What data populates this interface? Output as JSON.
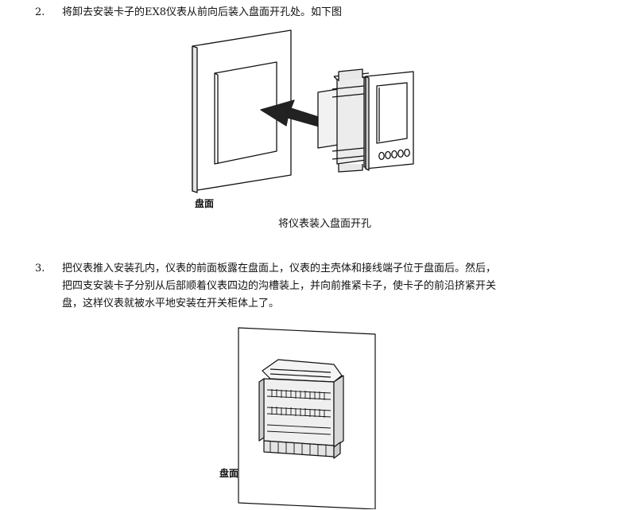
{
  "step2": {
    "number": "2.",
    "text": "将卸去安装卡子的EX8仪表从前向后装入盘面开孔处。如下图"
  },
  "figure1": {
    "panel_label": "盘面",
    "caption": "将仪表装入盘面开孔"
  },
  "step3": {
    "number": "3.",
    "lines": [
      "把仪表推入安装孔内，仪表的前面板露在盘面上，仪表的主壳体和接线端子位于盘面后。然后，",
      "把四支安装卡子分别从后部顺着仪表四边的沟槽装上，并向前推紧卡子，使卡子的前沿挤紧开关",
      "盘，这样仪表就被水平地安装在开关柜体上了。"
    ]
  },
  "figure2": {
    "panel_label": "盘面"
  }
}
